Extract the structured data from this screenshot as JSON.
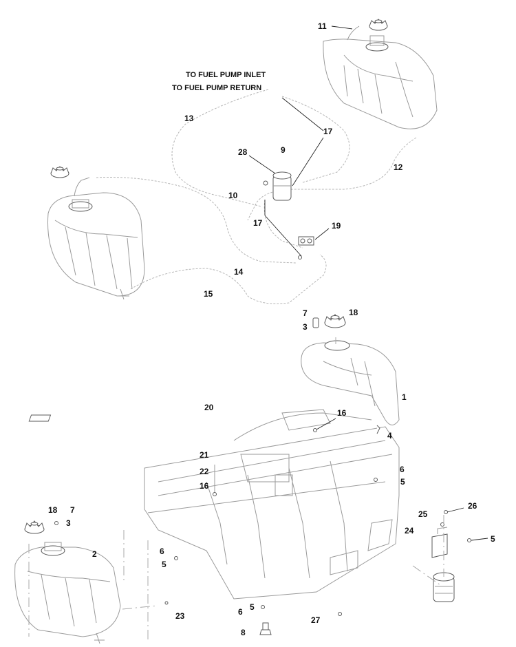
{
  "notes": {
    "fuel_pump_inlet": "TO FUEL PUMP INLET",
    "fuel_pump_return": "TO FUEL PUMP RETURN"
  },
  "callouts": {
    "c1": "1",
    "c2": "2",
    "c3a": "3",
    "c3b": "3",
    "c4": "4",
    "c5a": "5",
    "c5b": "5",
    "c5c": "5",
    "c5d": "5",
    "c6a": "6",
    "c6b": "6",
    "c6c": "6",
    "c7a": "7",
    "c7b": "7",
    "c8": "8",
    "c9": "9",
    "c10": "10",
    "c11": "11",
    "c12": "12",
    "c13": "13",
    "c14": "14",
    "c15": "15",
    "c16a": "16",
    "c16b": "16",
    "c17a": "17",
    "c17b": "17",
    "c18a": "18",
    "c18b": "18",
    "c19": "19",
    "c20": "20",
    "c21": "21",
    "c22": "22",
    "c23": "23",
    "c24": "24",
    "c25": "25",
    "c26": "26",
    "c27": "27",
    "c28": "28"
  }
}
